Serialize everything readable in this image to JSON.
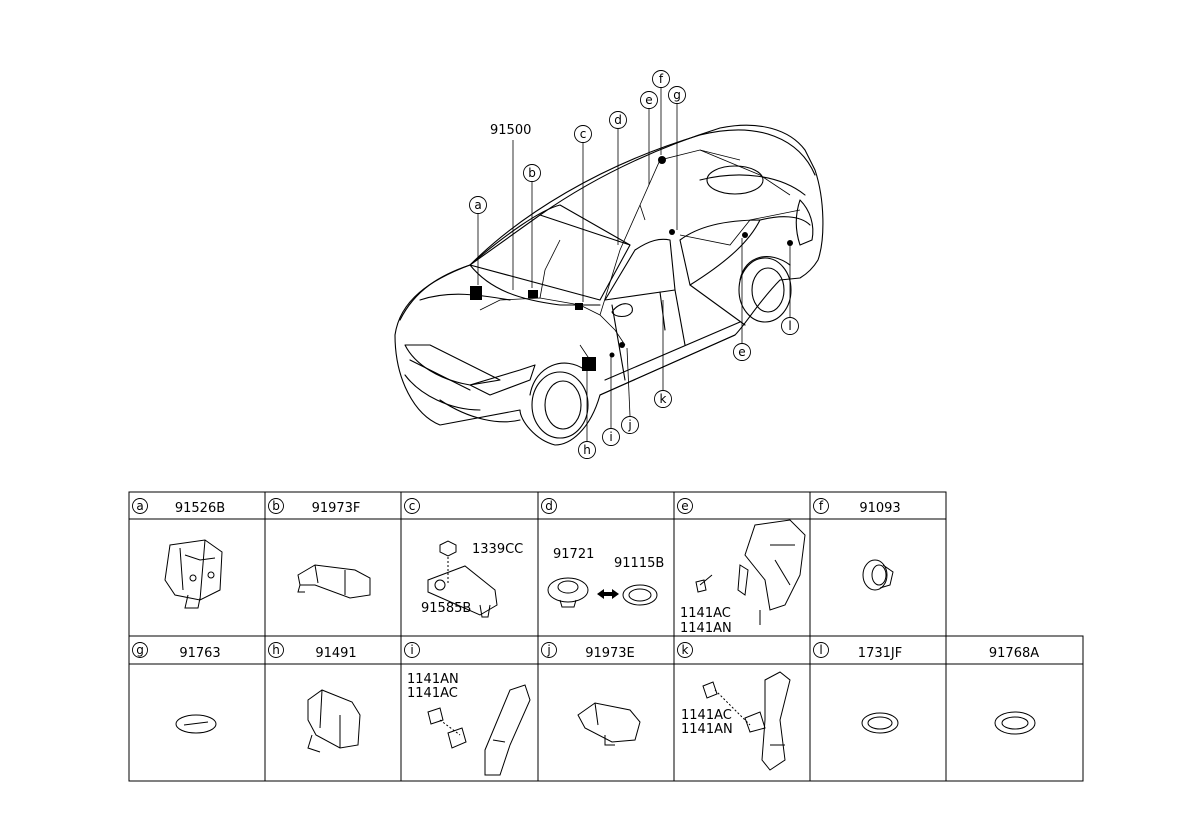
{
  "diagram": {
    "main_part_no": "91500",
    "callouts": [
      "a",
      "b",
      "c",
      "d",
      "e",
      "f",
      "g",
      "h",
      "i",
      "j",
      "k",
      "l",
      "e"
    ]
  },
  "table": {
    "row1": [
      {
        "letter": "a",
        "parts": [
          "91526B"
        ]
      },
      {
        "letter": "b",
        "parts": [
          "91973F"
        ]
      },
      {
        "letter": "c",
        "parts": [
          "1339CC",
          "91585B"
        ]
      },
      {
        "letter": "d",
        "parts": [
          "91721",
          "91115B"
        ]
      },
      {
        "letter": "e",
        "parts": [
          "1141AC",
          "1141AN"
        ]
      },
      {
        "letter": "f",
        "parts": [
          "91093"
        ]
      }
    ],
    "row2": [
      {
        "letter": "g",
        "parts": [
          "91763"
        ]
      },
      {
        "letter": "h",
        "parts": [
          "91491"
        ]
      },
      {
        "letter": "i",
        "parts": [
          "1141AN",
          "1141AC"
        ]
      },
      {
        "letter": "j",
        "parts": [
          "91973E"
        ]
      },
      {
        "letter": "k",
        "parts": [
          "1141AC",
          "1141AN"
        ]
      },
      {
        "letter": "l",
        "parts": [
          "1731JF",
          "91768A"
        ]
      }
    ]
  },
  "icons": {
    "double_arrow": "double-arrow-icon"
  }
}
